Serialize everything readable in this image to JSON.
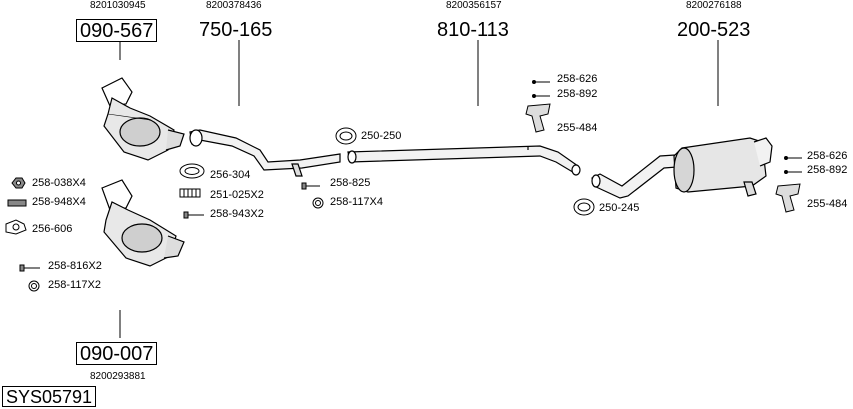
{
  "diagram": {
    "system_code": "SYS05791",
    "main_parts": [
      {
        "id": "p1",
        "part": "090-567",
        "oem": "8201030945"
      },
      {
        "id": "p2",
        "part": "750-165",
        "oem": "8200378436"
      },
      {
        "id": "p3",
        "part": "810-113",
        "oem": "8200356157"
      },
      {
        "id": "p4",
        "part": "200-523",
        "oem": "8200276188"
      },
      {
        "id": "p5",
        "part": "090-007",
        "oem": "8200293881"
      }
    ],
    "accessories": {
      "a1": "258-038X4",
      "a2": "258-948X4",
      "a3": "256-606",
      "a4": "258-816X2",
      "a5": "258-117X2",
      "a6": "256-304",
      "a7": "251-025X2",
      "a8": "258-943X2",
      "a9": "258-825",
      "a10": "258-117X4",
      "a11": "250-250",
      "a12": "258-626",
      "a13": "258-892",
      "a14": "255-484",
      "a15": "250-245",
      "a16": "258-626",
      "a17": "258-892",
      "a18": "255-484"
    }
  }
}
